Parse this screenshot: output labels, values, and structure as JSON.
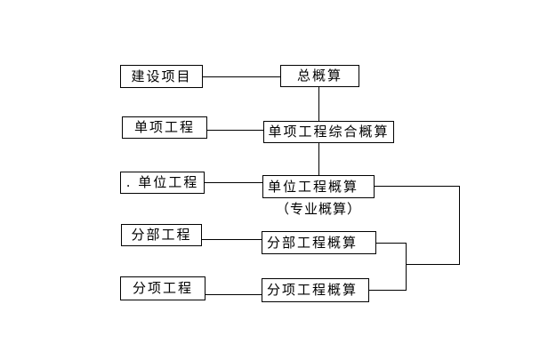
{
  "figure": {
    "background_color": "#ffffff",
    "line_color": "#000000",
    "left_nodes": [
      {
        "label": "建设项目"
      },
      {
        "label": "单项工程"
      },
      {
        "label": ". 单位工程"
      },
      {
        "label": "分部工程"
      },
      {
        "label": "分项工程"
      }
    ],
    "right_nodes": [
      {
        "label": "总概算"
      },
      {
        "label": "单项工程综合概算"
      },
      {
        "label": "单位工程概算"
      },
      {
        "label": "分部工程概算"
      },
      {
        "label": "分项工程概算"
      }
    ],
    "annotations": [
      {
        "label": "（专业概算）"
      }
    ],
    "connections": [
      {
        "from": "建设项目",
        "to": "总概算"
      },
      {
        "from": "单项工程",
        "to": "单项工程综合概算"
      },
      {
        "from": "单位工程",
        "to": "单位工程概算"
      },
      {
        "from": "分部工程",
        "to": "分部工程概算"
      },
      {
        "from": "分项工程",
        "to": "分项工程概算"
      },
      {
        "from": "总概算",
        "to": "单项工程综合概算"
      },
      {
        "from": "单项工程综合概算",
        "to": "单位工程概算"
      },
      {
        "from": "分部工程概算",
        "to": "单位工程概算"
      },
      {
        "from": "分项工程概算",
        "to": "单位工程概算"
      }
    ]
  }
}
